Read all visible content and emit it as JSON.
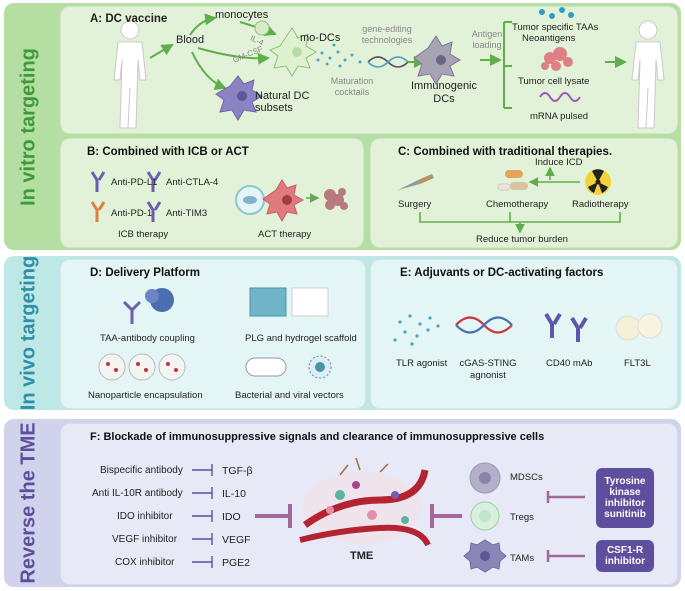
{
  "sections": {
    "in_vitro": {
      "label": "In vitro targeting"
    },
    "in_vivo": {
      "label": "In vivo targeting"
    },
    "tme": {
      "label": "Reverse the TME"
    }
  },
  "panel_a": {
    "title": "A:  DC vaccine",
    "blood": "Blood",
    "monocytes": "monocytes",
    "il4": "IL-4",
    "gmcsf": "GM-CSF",
    "mo_dcs": "mo-DCs",
    "natural_dc": "Natural DC",
    "subsets": "subsets",
    "maturation_1": "Maturation",
    "maturation_2": "cocktails",
    "gene_editing_1": "gene-editing",
    "gene_editing_2": "technologies",
    "antigen_1": "Antigen",
    "antigen_2": "loading",
    "immunogenic_1": "Immunogenic",
    "immunogenic_2": "DCs",
    "taas_1": "Tumor specific TAAs",
    "taas_2": "Neoantigens",
    "lysate": "Tumor cell lysate",
    "mrna": "mRNA pulsed"
  },
  "panel_b": {
    "title": "B:  Combined with ICB or ACT",
    "antibodies": [
      "Anti-PD-L1",
      "Anti-CTLA-4",
      "Anti-PD-1",
      "Anti-TIM3"
    ],
    "icb": "ICB therapy",
    "act": "ACT therapy"
  },
  "panel_c": {
    "title": "C:  Combined with traditional therapies.",
    "surgery": "Surgery",
    "chemo": "Chemotherapy",
    "radio": "Radiotherapy",
    "icd": "Induce ICD",
    "reduce": "Reduce tumor burden"
  },
  "panel_d": {
    "title": "D:   Delivery Platform",
    "items": [
      "TAA-antibody coupling",
      "PLG and hydrogel scaffold",
      "Nanoparticle encapsulation",
      "Bacterial and viral vectors"
    ]
  },
  "panel_e": {
    "title": "E:  Adjuvants or DC-activating factors",
    "tlr": "TLR agonist",
    "cgas_1": "cGAS-STING",
    "cgas_2": "agnonist",
    "cd40": "CD40 mAb",
    "flt3l": "FLT3L"
  },
  "panel_f": {
    "title": "F:  Blockade of immunosuppressive signals and clearance of immunosuppressive cells",
    "inhibitors": [
      {
        "agent": "Bispecific antibody",
        "target": "TGF-β"
      },
      {
        "agent": "Anti IL-10R antibody",
        "target": "IL-10"
      },
      {
        "agent": "IDO inhibitor",
        "target": "IDO"
      },
      {
        "agent": "VEGF inhibitor",
        "target": "VEGF"
      },
      {
        "agent": "COX inhibitor",
        "target": "PGE2"
      }
    ],
    "tme": "TME",
    "cells": [
      "MDSCs",
      "Tregs",
      "TAMs"
    ],
    "drug1_lines": [
      "Tyrosine",
      "kinase",
      "inhibitor",
      "sunitinib"
    ],
    "drug2_lines": [
      "CSF1-R",
      "inhibitor"
    ]
  },
  "colors": {
    "in_vitro_band": "#b5dfa2",
    "in_vitro_panel": "#e2f2d8",
    "in_vitro_text": "#3e9a3c",
    "in_vivo_band": "#bde8e6",
    "in_vivo_panel": "#e3f5f4",
    "in_vivo_text": "#2f8fa8",
    "tme_band": "#d1d2ec",
    "tme_panel": "#e8e9f6",
    "tme_text": "#5b4f9e",
    "badge": "#5d4e9e",
    "arrow_green": "#5fae4a"
  }
}
